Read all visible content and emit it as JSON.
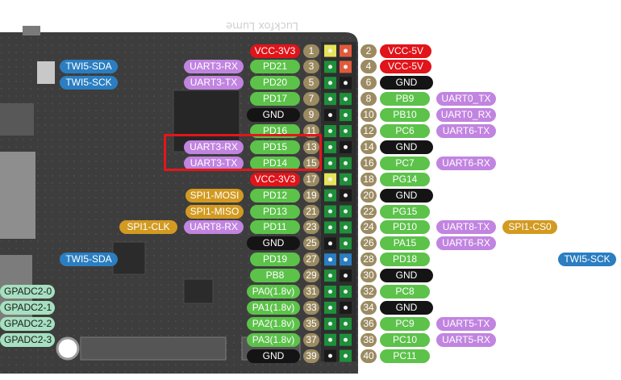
{
  "board_silkscreen": "Luckfox Lume",
  "pins": [
    {
      "num": "1",
      "name": "VCC-3V3",
      "color": "red",
      "pad": "#e6e35a"
    },
    {
      "num": "2",
      "name": "VCC-5V",
      "color": "red",
      "pad": "#e25a3c"
    },
    {
      "num": "3",
      "name": "PD21",
      "color": "green",
      "pad": "#1f8f3a",
      "left": [
        {
          "text": "UART3-RX",
          "color": "purple"
        },
        {
          "text": "TWI5-SDA",
          "color": "blue"
        }
      ]
    },
    {
      "num": "4",
      "name": "VCC-5V",
      "color": "red",
      "pad": "#e25a3c"
    },
    {
      "num": "5",
      "name": "PD20",
      "color": "green",
      "pad": "#1f8f3a",
      "left": [
        {
          "text": "UART3-TX",
          "color": "purple"
        },
        {
          "text": "TWI5-SCK",
          "color": "blue"
        }
      ]
    },
    {
      "num": "6",
      "name": "GND",
      "color": "black",
      "pad": "#1a1a1a"
    },
    {
      "num": "7",
      "name": "PD17",
      "color": "green",
      "pad": "#1f8f3a"
    },
    {
      "num": "8",
      "name": "PB9",
      "color": "green",
      "pad": "#1f8f3a",
      "right": [
        {
          "text": "UART0_TX",
          "color": "purple"
        }
      ]
    },
    {
      "num": "9",
      "name": "GND",
      "color": "black",
      "pad": "#1a1a1a"
    },
    {
      "num": "10",
      "name": "PB10",
      "color": "green",
      "pad": "#1f8f3a",
      "right": [
        {
          "text": "UART0_RX",
          "color": "purple"
        }
      ]
    },
    {
      "num": "11",
      "name": "PD16",
      "color": "green",
      "pad": "#1f8f3a"
    },
    {
      "num": "12",
      "name": "PC6",
      "color": "green",
      "pad": "#1f8f3a",
      "right": [
        {
          "text": "UART6-TX",
          "color": "purple"
        }
      ]
    },
    {
      "num": "13",
      "name": "PD15",
      "color": "green",
      "pad": "#1f8f3a",
      "left": [
        {
          "text": "UART3-RX",
          "color": "purple"
        }
      ]
    },
    {
      "num": "14",
      "name": "GND",
      "color": "black",
      "pad": "#1a1a1a"
    },
    {
      "num": "15",
      "name": "PD14",
      "color": "green",
      "pad": "#1f8f3a",
      "left": [
        {
          "text": "UART3-TX",
          "color": "purple"
        }
      ]
    },
    {
      "num": "16",
      "name": "PC7",
      "color": "green",
      "pad": "#1f8f3a",
      "right": [
        {
          "text": "UART6-RX",
          "color": "purple"
        }
      ]
    },
    {
      "num": "17",
      "name": "VCC-3V3",
      "color": "red",
      "pad": "#e6e35a"
    },
    {
      "num": "18",
      "name": "PG14",
      "color": "green",
      "pad": "#1f8f3a"
    },
    {
      "num": "19",
      "name": "PD12",
      "color": "green",
      "pad": "#1f8f3a",
      "left": [
        {
          "text": "SPI1-MOSI",
          "color": "gold"
        }
      ]
    },
    {
      "num": "20",
      "name": "GND",
      "color": "black",
      "pad": "#1a1a1a"
    },
    {
      "num": "21",
      "name": "PD13",
      "color": "green",
      "pad": "#1f8f3a",
      "left": [
        {
          "text": "SPI1-MISO",
          "color": "gold"
        }
      ]
    },
    {
      "num": "22",
      "name": "PG15",
      "color": "green",
      "pad": "#1f8f3a"
    },
    {
      "num": "23",
      "name": "PD11",
      "color": "green",
      "pad": "#1f8f3a",
      "left": [
        {
          "text": "UART8-RX",
          "color": "purple"
        },
        {
          "text": "SPI1-CLK",
          "color": "gold"
        }
      ]
    },
    {
      "num": "24",
      "name": "PD10",
      "color": "green",
      "pad": "#1f8f3a",
      "right": [
        {
          "text": "UART8-TX",
          "color": "purple"
        },
        {
          "text": "SPI1-CS0",
          "color": "gold"
        }
      ]
    },
    {
      "num": "25",
      "name": "GND",
      "color": "black",
      "pad": "#1a1a1a"
    },
    {
      "num": "26",
      "name": "PA15",
      "color": "green",
      "pad": "#1f8f3a",
      "right": [
        {
          "text": "UART6-RX",
          "color": "purple"
        }
      ]
    },
    {
      "num": "27",
      "name": "PD19",
      "color": "green",
      "pad": "#2a7ec1",
      "left": [
        {
          "text": "TWI5-SDA",
          "color": "blue"
        }
      ]
    },
    {
      "num": "28",
      "name": "PD18",
      "color": "green",
      "pad": "#2a7ec1",
      "right": [
        {
          "text": "TWI5-SCK",
          "color": "blue"
        }
      ]
    },
    {
      "num": "29",
      "name": "PB8",
      "color": "green",
      "pad": "#1f8f3a"
    },
    {
      "num": "30",
      "name": "GND",
      "color": "black",
      "pad": "#1a1a1a"
    },
    {
      "num": "31",
      "name": "PA0(1.8v)",
      "color": "green",
      "pad": "#1f8f3a",
      "left": [
        {
          "text": "GPADC2-0",
          "color": "mint"
        }
      ]
    },
    {
      "num": "32",
      "name": "PC8",
      "color": "green",
      "pad": "#1f8f3a"
    },
    {
      "num": "33",
      "name": "PA1(1.8v)",
      "color": "green",
      "pad": "#1f8f3a",
      "left": [
        {
          "text": "GPADC2-1",
          "color": "mint"
        }
      ]
    },
    {
      "num": "34",
      "name": "GND",
      "color": "black",
      "pad": "#1a1a1a"
    },
    {
      "num": "35",
      "name": "PA2(1.8v)",
      "color": "green",
      "pad": "#1f8f3a",
      "left": [
        {
          "text": "GPADC2-2",
          "color": "mint"
        }
      ]
    },
    {
      "num": "36",
      "name": "PC9",
      "color": "green",
      "pad": "#1f8f3a",
      "right": [
        {
          "text": "UART5-TX",
          "color": "purple"
        }
      ]
    },
    {
      "num": "37",
      "name": "PA3(1.8v)",
      "color": "green",
      "pad": "#1f8f3a",
      "left": [
        {
          "text": "GPADC2-3",
          "color": "mint"
        }
      ]
    },
    {
      "num": "38",
      "name": "PC10",
      "color": "green",
      "pad": "#1f8f3a",
      "right": [
        {
          "text": "UART5-RX",
          "color": "purple"
        }
      ]
    },
    {
      "num": "39",
      "name": "GND",
      "color": "black",
      "pad": "#1a1a1a"
    },
    {
      "num": "40",
      "name": "PC11",
      "color": "green",
      "pad": "#1f8f3a"
    }
  ],
  "colors": {
    "red": "#e0141a",
    "green": "#5cc24a",
    "black": "#141414",
    "purple": "#c184e0",
    "blue": "#2a7ec1",
    "gold": "#d39a21",
    "mint": "#a6e0c0",
    "pin_number": "#9c8b62",
    "highlight": "#e4161b",
    "board": "#3b3b3b"
  }
}
